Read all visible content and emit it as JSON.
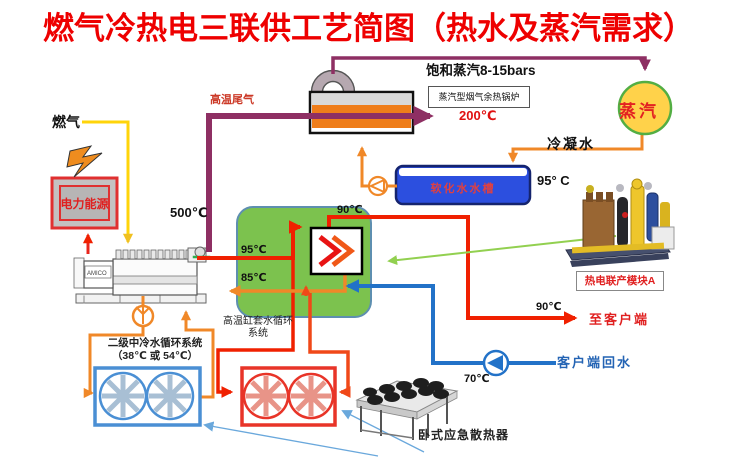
{
  "title": "燃气冷热电三联供工艺简图（热水及蒸汽需求）",
  "labels": {
    "gas": "燃气",
    "power_source": "电力能源",
    "exhaust": "高温尾气",
    "t500": "500℃",
    "saturated_steam": "饱和蒸汽8-15bars",
    "boiler": "蒸汽型烟气余热锅炉",
    "t200": "200℃",
    "steam": "蒸汽",
    "condensate": "冷凝水",
    "tank": "软化水水槽",
    "t95_condensate": "95° C",
    "t95": "95℃",
    "t85": "85℃",
    "t90_hx": "90℃",
    "t90_supply": "90℃",
    "to_customer": "至客户端",
    "customer_return": "客户端回水",
    "t70": "70℃",
    "jacket_circuit_1": "高温缸套水循环",
    "jacket_circuit_2": "系统",
    "intercooler_circuit": "二级中冷水循环系统",
    "intercooler_temp": "（38℃ 或 54℃）",
    "chp_module": "热电联产模块A",
    "emergency_radiator": "卧式应急散热器",
    "engine_brand": "AMICO"
  },
  "icons": {
    "lightning": "lightning-bolt-icon",
    "engine_pump": "pump-icon",
    "feedwater_pump": "pump-icon",
    "customer_pump": "pump-icon",
    "fans": "fan-icon",
    "heat_exchanger": "plate-heat-exchanger-icon"
  },
  "colors": {
    "title": "#EE0000",
    "gas_line": "#FFD40A",
    "exhaust_line": "#8E2F63",
    "hot_water_line": "#F02000",
    "warm_water_line": "#F08828",
    "customer_line": "#2272C8",
    "module_green": "#7CC24E",
    "steam_fill": "#FFD24A",
    "steam_border": "#53AE43",
    "tank_blue": "#2C4FDF"
  }
}
